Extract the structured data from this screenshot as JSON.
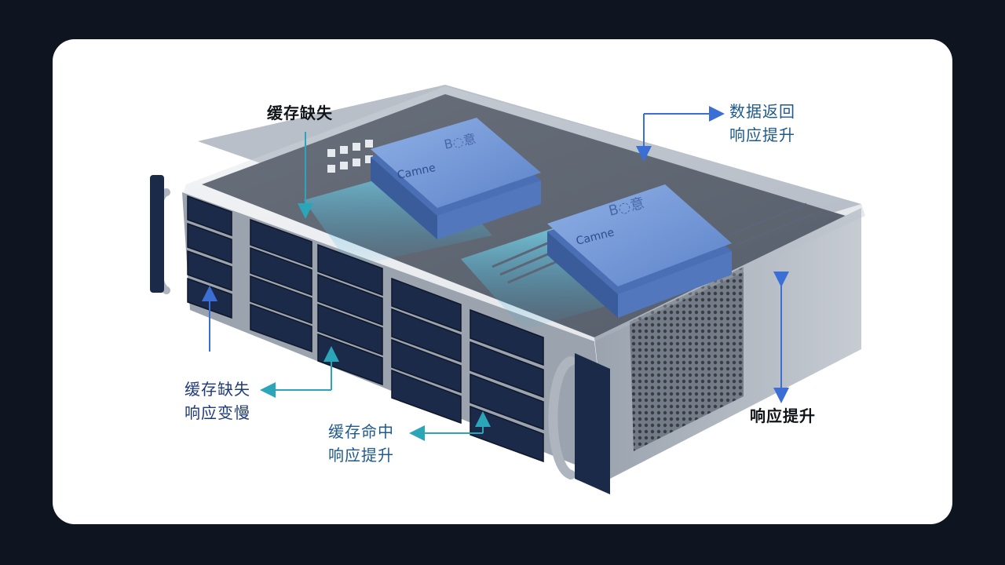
{
  "diagram": {
    "labels": {
      "top_left": "缓存缺失",
      "top_right_line1": "数据返回",
      "top_right_line2": "响应提升",
      "right": "响应提升",
      "left_line1": "缓存缺失",
      "left_line2": "响应变慢",
      "bottom_line1": "缓存命中",
      "bottom_line2": "响应提升"
    },
    "chip_labels": [
      "B◌意",
      "Camne",
      "B◌意",
      "Camne"
    ],
    "colors": {
      "background": "#0e1420",
      "card": "#ffffff",
      "arrow_blue": "#3b6fd6",
      "arrow_teal": "#2aa6b8",
      "chip": "#6f95d6",
      "chassis": "#c9ced6",
      "drive_bay": "#1c2a4a"
    }
  }
}
